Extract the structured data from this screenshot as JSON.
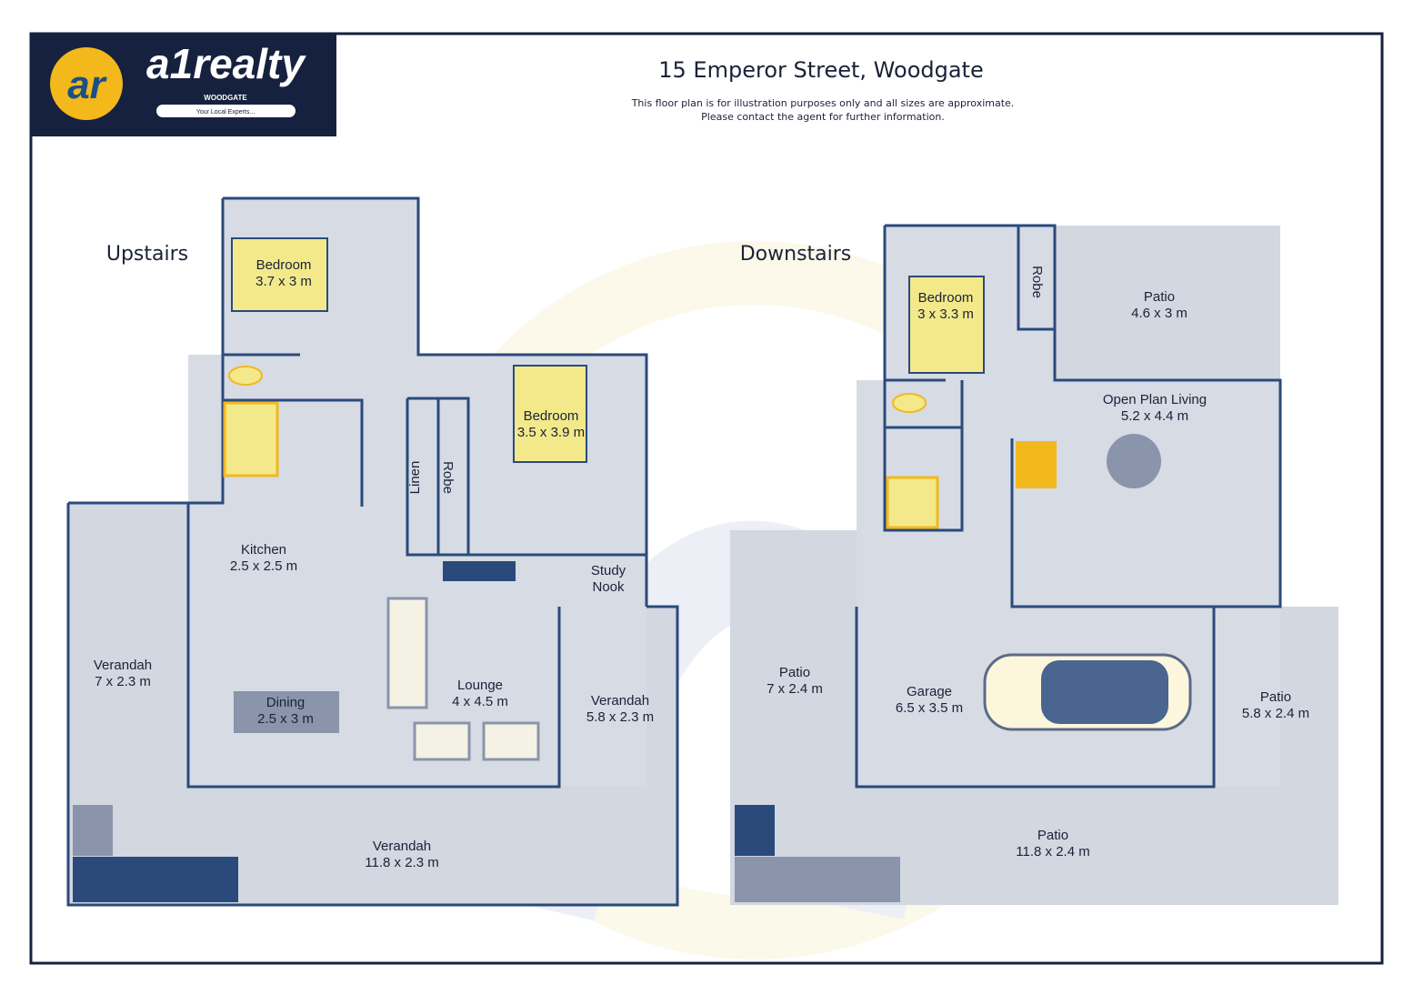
{
  "logo": {
    "brand": "a1realty",
    "monogram": "ar",
    "location": "WOODGATE",
    "tagline": "Your Local Experts..."
  },
  "header": {
    "title": "15 Emperor Street, Woodgate",
    "disclaimer_line1": "This floor plan is for illustration purposes only and all sizes are approximate.",
    "disclaimer_line2": "Please contact the agent for further information."
  },
  "upstairs": {
    "heading": "Upstairs",
    "rooms": [
      {
        "name": "Bedroom",
        "size": "3.7 x 3 m"
      },
      {
        "name": "Bedroom",
        "size": "3.5 x 3.9 m"
      },
      {
        "name": "Linen",
        "size": ""
      },
      {
        "name": "Robe",
        "size": ""
      },
      {
        "name": "Kitchen",
        "size": "2.5 x 2.5 m"
      },
      {
        "name": "Study",
        "size": "Nook"
      },
      {
        "name": "Verandah",
        "size": "7 x 2.3 m"
      },
      {
        "name": "Dining",
        "size": "2.5 x 3 m"
      },
      {
        "name": "Lounge",
        "size": "4 x 4.5 m"
      },
      {
        "name": "Verandah",
        "size": "5.8 x 2.3 m"
      },
      {
        "name": "Verandah",
        "size": "11.8 x 2.3 m"
      }
    ]
  },
  "downstairs": {
    "heading": "Downstairs",
    "rooms": [
      {
        "name": "Bedroom",
        "size": "3 x 3.3 m"
      },
      {
        "name": "Robe",
        "size": ""
      },
      {
        "name": "Patio",
        "size": "4.6 x 3 m"
      },
      {
        "name": "Open Plan Living",
        "size": "5.2 x 4.4 m"
      },
      {
        "name": "Patio",
        "size": "7 x 2.4 m"
      },
      {
        "name": "Garage",
        "size": "6.5 x 3.5 m"
      },
      {
        "name": "Patio",
        "size": "5.8 x 2.4 m"
      },
      {
        "name": "Patio",
        "size": "11.8 x 2.4 m"
      }
    ]
  },
  "colors": {
    "navy": "#16213f",
    "wall": "#2b4a7c",
    "yellow": "#f3e98a",
    "gold": "#f2b81c"
  }
}
